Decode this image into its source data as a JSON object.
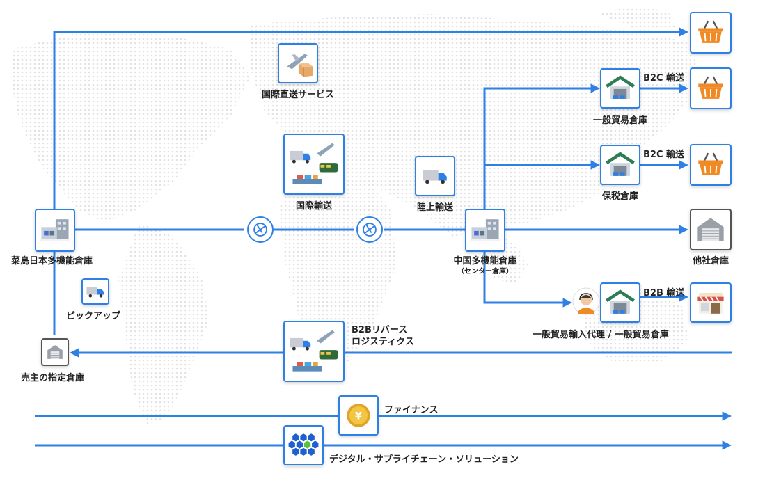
{
  "colors": {
    "flow": "#2f80e4",
    "basket": "#f08a24",
    "dots": "#e2e2e2",
    "text": "#222222"
  },
  "nodes": {
    "cainiao_japan": {
      "label": "菜鳥日本多機能倉庫",
      "icon": "warehouse-building-icon"
    },
    "pickup": {
      "label": "ピックアップ",
      "icon": "truck-icon"
    },
    "seller_warehouse": {
      "label": "売主の指定倉庫",
      "icon": "warehouse-icon"
    },
    "direct_service": {
      "label": "国際直送サービス",
      "icon": "plane-box-icon"
    },
    "international": {
      "label": "国際輸送",
      "icon": "truck-plane-train-ship-icon"
    },
    "land": {
      "label": "陸上輸送",
      "icon": "truck-icon"
    },
    "china_hub": {
      "label": "中国多機能倉庫",
      "sublabel": "（センター倉庫）",
      "icon": "warehouse-building-icon"
    },
    "general_trade": {
      "label": "一般貿易倉庫",
      "icon": "warehouse-icon"
    },
    "bonded": {
      "label": "保税倉庫",
      "icon": "warehouse-icon"
    },
    "other": {
      "label": "他社倉庫",
      "icon": "warehouse-icon"
    },
    "import_agent": {
      "label": "一般貿易輸入代理 / 一般貿易倉庫",
      "icon": "customer-service-agent-icon"
    },
    "reverse": {
      "label": "B2Bリバース\nロジスティクス",
      "icon": "truck-plane-train-ship-icon"
    },
    "customs_1": {
      "icon": "customs-clearance-icon"
    },
    "customs_2": {
      "icon": "customs-clearance-icon"
    },
    "basket_top": {
      "icon": "shopping-basket-icon"
    },
    "basket_b2c_1": {
      "icon": "shopping-basket-icon"
    },
    "basket_b2c_2": {
      "icon": "shopping-basket-icon"
    },
    "market": {
      "icon": "market-store-icon"
    }
  },
  "edge_labels": {
    "b2c_1": "B2C 輸送",
    "b2c_2": "B2C 輸送",
    "b2b": "B2B 輸送"
  },
  "bars": {
    "finance": {
      "label": "ファイナンス",
      "icon": "yen-coin-icon"
    },
    "digital": {
      "label": "デジタル・サプライチェーン・ソリューション",
      "icon": "hexagon-network-icon"
    }
  }
}
